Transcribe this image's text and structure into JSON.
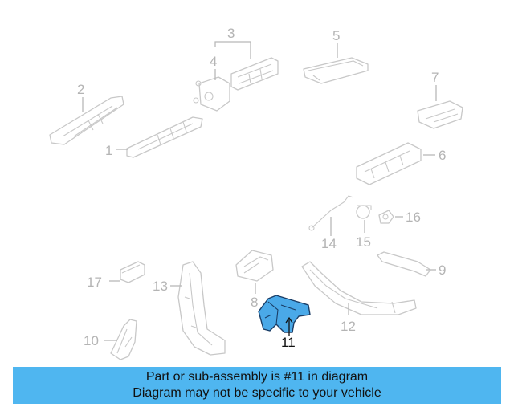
{
  "callouts": [
    {
      "id": "1",
      "label": "1"
    },
    {
      "id": "2",
      "label": "2"
    },
    {
      "id": "3",
      "label": "3"
    },
    {
      "id": "4",
      "label": "4"
    },
    {
      "id": "5",
      "label": "5"
    },
    {
      "id": "6",
      "label": "6"
    },
    {
      "id": "7",
      "label": "7"
    },
    {
      "id": "8",
      "label": "8"
    },
    {
      "id": "9",
      "label": "9"
    },
    {
      "id": "10",
      "label": "10"
    },
    {
      "id": "11",
      "label": "11"
    },
    {
      "id": "12",
      "label": "12"
    },
    {
      "id": "13",
      "label": "13"
    },
    {
      "id": "14",
      "label": "14"
    },
    {
      "id": "15",
      "label": "15"
    },
    {
      "id": "16",
      "label": "16"
    },
    {
      "id": "17",
      "label": "17"
    }
  ],
  "highlighted_part": "11",
  "highlight_color": "#4aa9e8",
  "banner": {
    "line1": "Part or sub-assembly is #11 in diagram",
    "line2": "Diagram may not be specific to your vehicle",
    "background": "#4fb6f0"
  }
}
